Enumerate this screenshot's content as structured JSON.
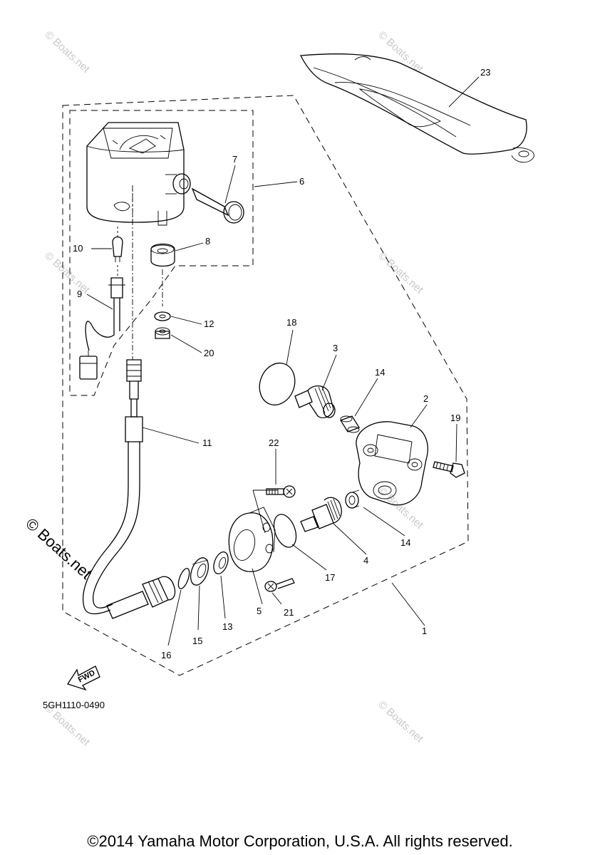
{
  "diagram": {
    "code": "5GH1110-0490",
    "fwd_label": "FWD",
    "copyright": "©2014 Yamaha Motor Corporation, U.S.A. All rights reserved.",
    "watermark_large": "© Boats.net",
    "watermark_faint": "© Boats.net",
    "callouts": {
      "c1": "1",
      "c2": "2",
      "c3": "3",
      "c4": "4",
      "c5": "5",
      "c6": "6",
      "c7": "7",
      "c8": "8",
      "c9": "9",
      "c10": "10",
      "c11": "11",
      "c12": "12",
      "c13": "13",
      "c14a": "14",
      "c14b": "14",
      "c15": "15",
      "c16": "16",
      "c17": "17",
      "c18": "18",
      "c19": "19",
      "c20": "20",
      "c21": "21",
      "c22": "22",
      "c23": "23"
    }
  }
}
